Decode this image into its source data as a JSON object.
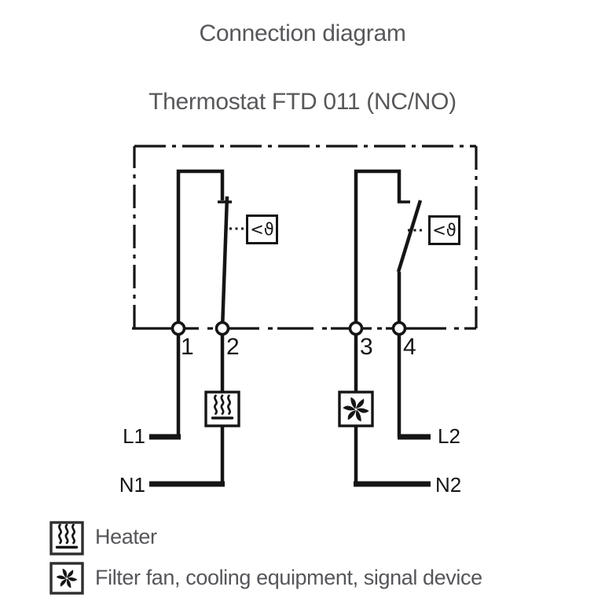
{
  "header": {
    "title": "Connection diagram",
    "subtitle": "Thermostat FTD 011 (NC/NO)"
  },
  "diagram": {
    "terminals": [
      "1",
      "2",
      "3",
      "4"
    ],
    "sensor_symbol": "<ϑ",
    "wire_labels": {
      "l1": "L1",
      "n1": "N1",
      "l2": "L2",
      "n2": "N2"
    }
  },
  "legend": {
    "items": [
      {
        "icon": "heater-icon",
        "label": "Heater"
      },
      {
        "icon": "fan-icon",
        "label": "Filter fan, cooling equipment, signal device"
      }
    ]
  },
  "colors": {
    "line_black": "#151515",
    "text_gray": "#57585b",
    "legend_gray": "#55565a",
    "background": "#ffffff"
  }
}
